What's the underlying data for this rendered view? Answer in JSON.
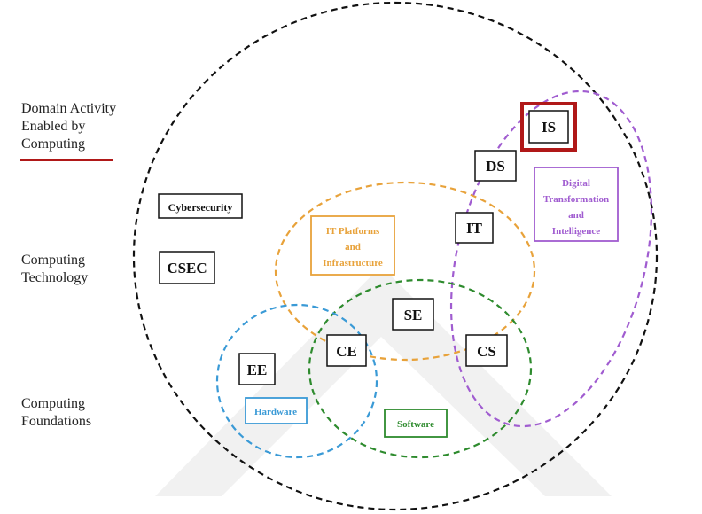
{
  "left_labels": [
    {
      "lines": [
        "Domain Activity",
        "Enabled by",
        "Computing"
      ]
    },
    {
      "lines": [
        "Computing",
        "Technology"
      ]
    },
    {
      "lines": [
        "Computing",
        "Foundations"
      ]
    }
  ],
  "disciplines": {
    "is": "IS",
    "ds": "DS",
    "it": "IT",
    "se": "SE",
    "ce": "CE",
    "cs": "CS",
    "ee": "EE",
    "csec": "CSEC",
    "cybersecurity": "Cybersecurity"
  },
  "areas": {
    "it_platforms": [
      "IT Platforms",
      "and",
      "Infrastructure"
    ],
    "digital_transformation": [
      "Digital",
      "Transformation",
      "and",
      "Intelligence"
    ],
    "hardware": "Hardware",
    "software": "Software"
  },
  "colors": {
    "outer": "#111111",
    "orange": "#e8a23a",
    "purple": "#a05cd0",
    "green": "#2e8b2e",
    "blue": "#3a9ad6",
    "highlight": "#b01818",
    "watermark": "#f1f1f1"
  }
}
